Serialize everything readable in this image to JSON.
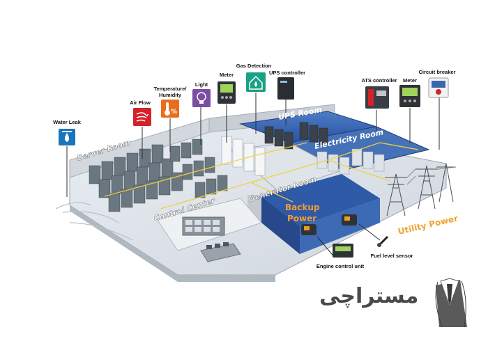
{
  "labels": {
    "water_leak": "Water Leak",
    "air_flow": "Air Flow",
    "temp_humidity_1": "Temperature/",
    "temp_humidity_2": "Humidity",
    "light": "Light",
    "meter_left": "Meter",
    "gas_detection": "Gas Detection",
    "ups_controller": "UPS controller",
    "ats_controller": "ATS controller",
    "meter_right": "Meter",
    "circuit_breaker": "Circuit breaker",
    "engine_control_unit": "Engine control unit",
    "fuel_level_sensor": "Fuel level sensor"
  },
  "rooms": {
    "server_room": "Server Room",
    "ups_room": "UPS Room",
    "electricity_room": "Electricity Room",
    "generator_room": "Generator Room",
    "control_center": "Control Center",
    "backup_power_1": "Backup",
    "backup_power_2": "Power",
    "utility_power": "Utility Power"
  },
  "logo": {
    "text": "مستراچی"
  },
  "colors": {
    "icon_blue": "#1a75bb",
    "icon_red": "#d3232a",
    "icon_orange": "#e86d1c",
    "icon_purple": "#7b4ea3",
    "icon_teal": "#1aa085",
    "icon_dark": "#333333",
    "room_blue": "#3a66b0",
    "utility_orange": "#f0a330",
    "backup_orange": "#f29c33"
  },
  "icons": [
    "water-drop-icon",
    "air-flow-icon",
    "thermometer-icon",
    "light-bulb-icon",
    "meter-icon",
    "house-gas-icon",
    "ups-icon",
    "ats-controller-icon",
    "meter-icon",
    "circuit-breaker-icon"
  ]
}
